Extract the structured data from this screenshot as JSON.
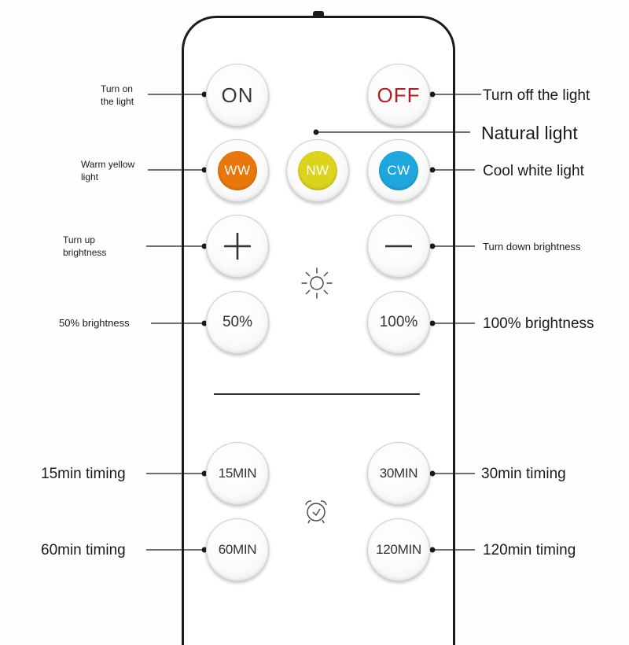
{
  "buttons": {
    "on": "ON",
    "off": "OFF",
    "ww": "WW",
    "nw": "NW",
    "cw": "CW",
    "b50": "50%",
    "b100": "100%",
    "m15": "15MIN",
    "m30": "30MIN",
    "m60": "60MIN",
    "m120": "120MIN"
  },
  "labels": {
    "on_line1": "Turn on",
    "on_line2": "the light",
    "off": "Turn off the light",
    "natural": "Natural light",
    "warm_line1": "Warm yellow",
    "warm_line2": "light",
    "cool": "Cool white light",
    "up_line1": "Turn up",
    "up_line2": "brightness",
    "down": "Turn down brightness",
    "b50": "50% brightness",
    "b100": "100% brightness",
    "t15": "15min timing",
    "t30": "30min timing",
    "t60": "60min timing",
    "t120": "120min timing"
  },
  "colors": {
    "on_text": "#3a3a3a",
    "off_text": "#b21e22",
    "ww": "#e8780c",
    "nw": "#dcd31c",
    "cw": "#1ea7dd"
  },
  "icons": {
    "plus": "plus-icon",
    "minus": "minus-icon",
    "brightness": "sun-icon",
    "timer": "alarm-clock-icon"
  }
}
